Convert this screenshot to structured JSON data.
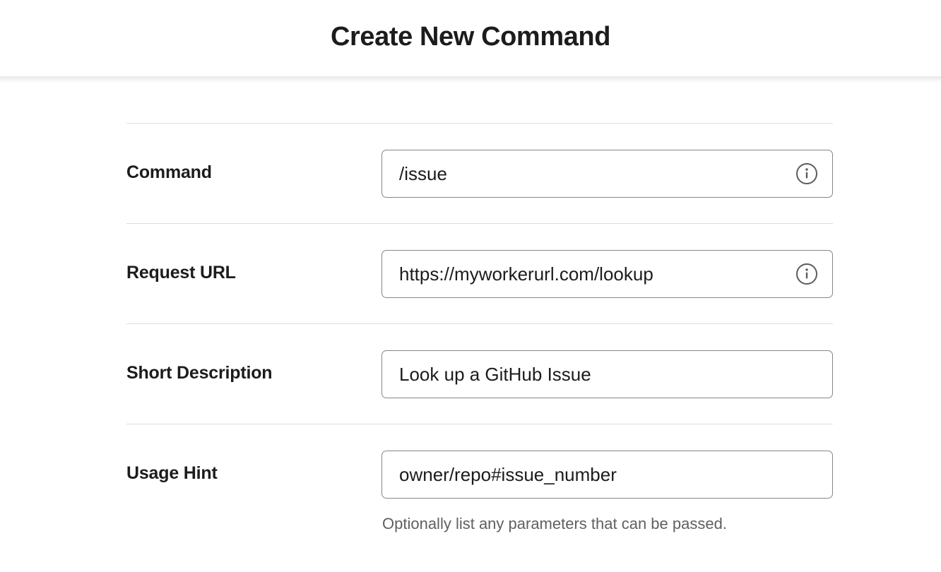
{
  "header": {
    "title": "Create New Command"
  },
  "colors": {
    "text_primary": "#1d1c1d",
    "text_muted": "#616061",
    "border_input": "#868686",
    "divider": "#dddddd",
    "background": "#ffffff"
  },
  "form": {
    "rows": [
      {
        "label": "Command",
        "value": "/issue",
        "placeholder": "",
        "has_info_icon": true,
        "info_icon_name": "info-icon",
        "helper_text": ""
      },
      {
        "label": "Request URL",
        "value": "https://myworkerurl.com/lookup",
        "placeholder": "",
        "has_info_icon": true,
        "info_icon_name": "info-icon",
        "helper_text": ""
      },
      {
        "label": "Short Description",
        "value": "Look up a GitHub Issue",
        "placeholder": "",
        "has_info_icon": false,
        "info_icon_name": "",
        "helper_text": ""
      },
      {
        "label": "Usage Hint",
        "value": "owner/repo#issue_number",
        "placeholder": "",
        "has_info_icon": false,
        "info_icon_name": "",
        "helper_text": "Optionally list any parameters that can be passed."
      }
    ]
  }
}
